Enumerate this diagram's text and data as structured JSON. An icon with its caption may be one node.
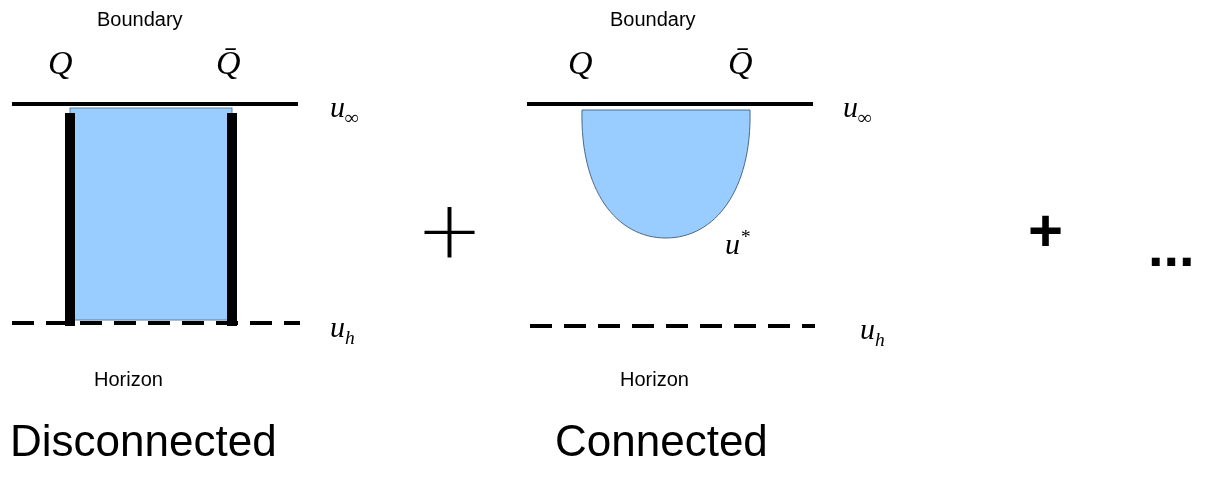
{
  "diagram": {
    "labels": [
      "Boundary",
      "Boundary",
      "Q",
      "Q̄",
      "Q",
      "Q̄",
      "u$_{∞}$",
      "u$_{∞}$",
      "+",
      "u$^{*}$",
      "+",
      "...",
      "u$_{h}$",
      "u$_{h}$",
      "Horizon",
      "Horizon",
      "Disconnected",
      "Connected"
    ]
  }
}
